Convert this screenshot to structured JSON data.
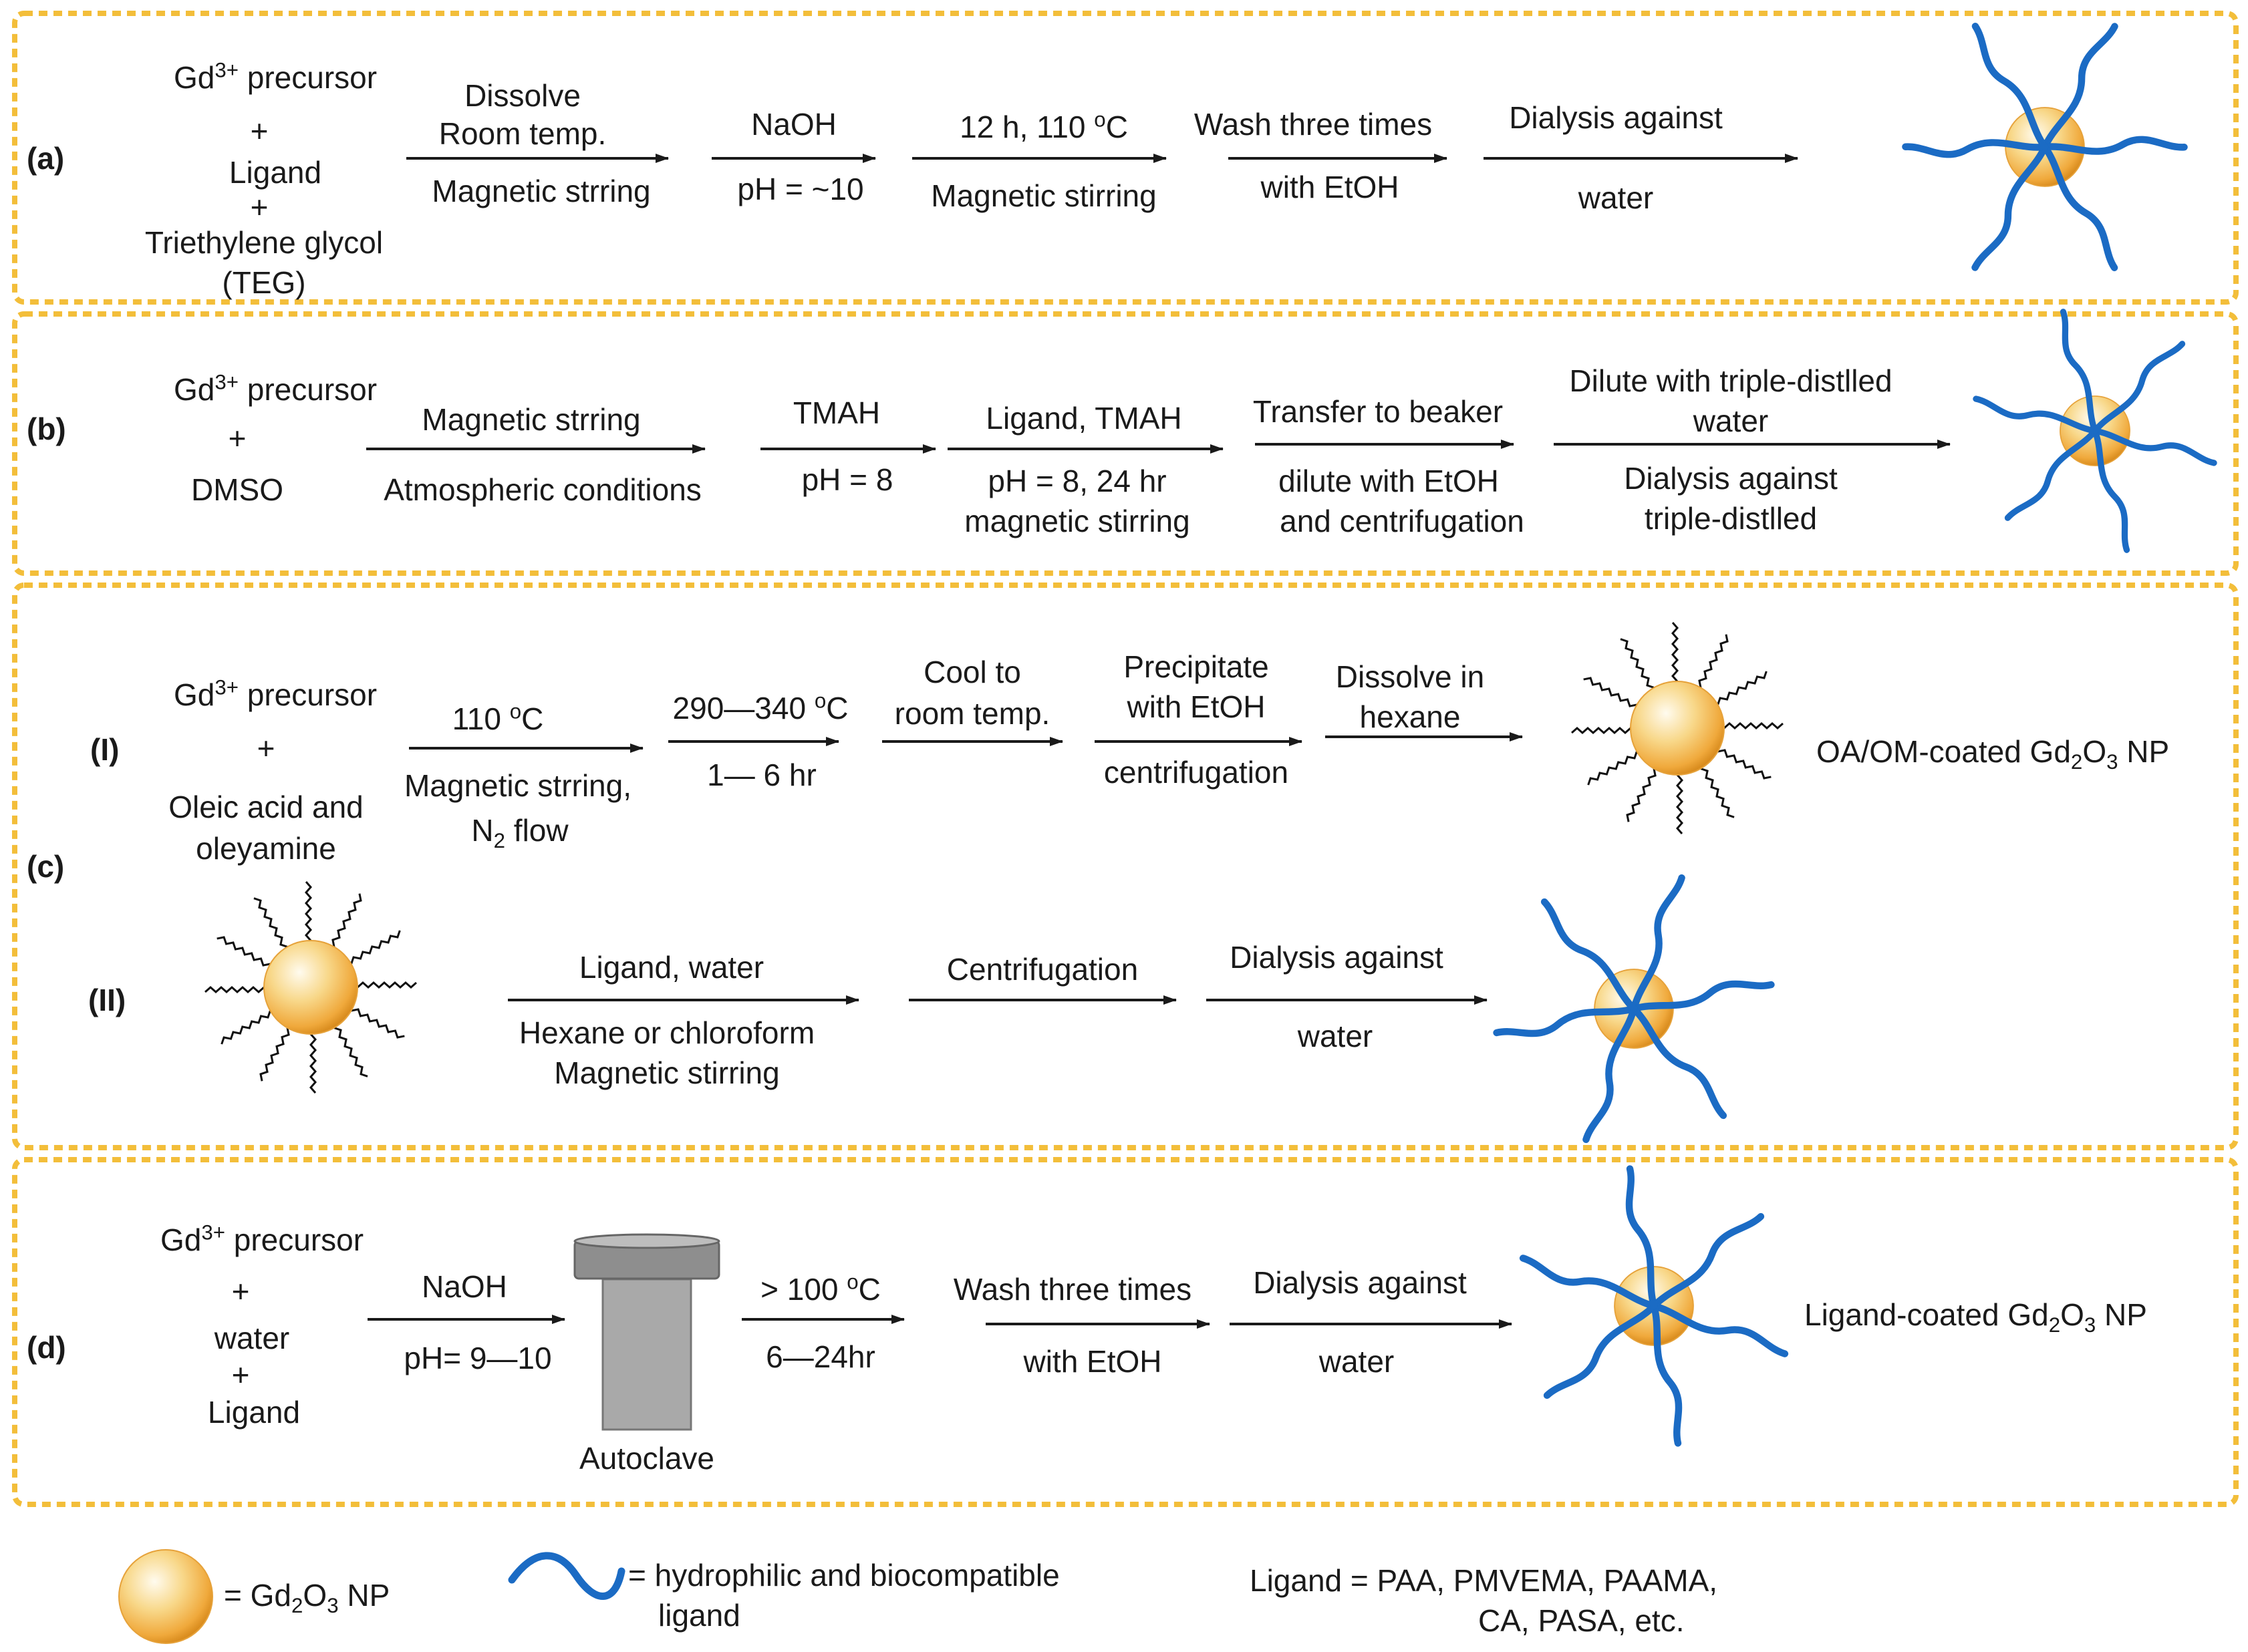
{
  "colors": {
    "panel_border": "#F3BE3A",
    "ligand": "#1B6BC4",
    "np_core": "#F0A93C",
    "np_highlight": "#FFFBEF",
    "autoclave": "#A9A9A9"
  },
  "icons": {
    "nanoparticle": "gd2o3-nanoparticle-icon",
    "ligand_coated": "ligand-coated-nanoparticle-icon",
    "oleic_coated": "oa-om-coated-nanoparticle-icon",
    "autoclave": "autoclave-icon",
    "ligand_wave": "ligand-wave-icon"
  },
  "panel_a": {
    "label": "(a)",
    "reactants": {
      "gd_main": "Gd",
      "gd_sup": "3+",
      "gd_rest": " precursor",
      "plus1": "+",
      "ligand": "Ligand",
      "plus2": "+",
      "solvent1": "Triethylene glycol",
      "solvent2": "(TEG)"
    },
    "steps": [
      {
        "top1": "Dissolve",
        "top2": "Room temp.",
        "bottom": "Magnetic strring"
      },
      {
        "top": "NaOH",
        "bottom": "pH = ~10"
      },
      {
        "top_a": "12 h, 110 ",
        "top_sup": "o",
        "top_b": "C",
        "bottom": "Magnetic stirring"
      },
      {
        "top": "Wash three times",
        "bottom": "with EtOH"
      },
      {
        "top": "Dialysis against",
        "bottom": "water"
      }
    ]
  },
  "panel_b": {
    "label": "(b)",
    "reactants": {
      "gd_main": "Gd",
      "gd_sup": "3+",
      "gd_rest": " precursor",
      "plus1": "+",
      "solvent": "DMSO"
    },
    "steps": [
      {
        "top": "Magnetic strring",
        "bottom": "Atmospheric conditions"
      },
      {
        "top": "TMAH",
        "bottom": "pH = 8"
      },
      {
        "top": "Ligand,  TMAH",
        "bottom1": "pH = 8, 24 hr",
        "bottom2": "magnetic stirring"
      },
      {
        "top": "Transfer to beaker",
        "bottom1": "dilute with EtOH",
        "bottom2": "and centrifugation"
      },
      {
        "top1": "Dilute with triple-distlled",
        "top2": "water",
        "bottom1": "Dialysis against",
        "bottom2": "triple-distlled"
      }
    ]
  },
  "panel_c": {
    "label": "(c)",
    "sub1": "(I)",
    "sub2": "(II)",
    "reactants": {
      "gd_main": "Gd",
      "gd_sup": "3+",
      "gd_rest": " precursor",
      "plus1": "+",
      "oleic1": "Oleic acid and",
      "oleic2": "oleyamine"
    },
    "steps_I": [
      {
        "top_a": "110 ",
        "top_sup": "o",
        "top_b": "C",
        "bottom1": "Magnetic strring,",
        "bottom2_a": "N",
        "bottom2_sub": "2",
        "bottom2_b": " flow"
      },
      {
        "top_a": "290—340 ",
        "top_sup": "o",
        "top_b": "C",
        "bottom": "1— 6 hr"
      },
      {
        "top1": "Cool to",
        "top2": "room temp."
      },
      {
        "top1": "Precipitate",
        "top2": "with EtOH",
        "bottom": "centrifugation"
      },
      {
        "top1": "Dissolve in",
        "top2": "hexane"
      }
    ],
    "product_I": {
      "a": "OA/OM-coated Gd",
      "sub1": "2",
      "b": "O",
      "sub2": "3",
      "c": " NP"
    },
    "steps_II": [
      {
        "top": "Ligand, water",
        "bottom1": "Hexane or chloroform",
        "bottom2": "Magnetic stirring"
      },
      {
        "top": "Centrifugation"
      },
      {
        "top": "Dialysis against",
        "bottom": "water"
      }
    ]
  },
  "panel_d": {
    "label": "(d)",
    "reactants": {
      "gd_main": "Gd",
      "gd_sup": "3+",
      "gd_rest": " precursor",
      "plus1": "+",
      "water": "water",
      "plus2": "+",
      "ligand": "Ligand"
    },
    "steps": [
      {
        "top": "NaOH",
        "bottom": "pH= 9—10"
      },
      {
        "top_a": "> 100 ",
        "top_sup": "o",
        "top_b": "C",
        "bottom": "6—24hr"
      },
      {
        "top": "Wash three times",
        "bottom": "with EtOH"
      },
      {
        "top": "Dialysis against",
        "bottom": "water"
      }
    ],
    "autoclave_label": "Autoclave",
    "product": {
      "a": "Ligand-coated Gd",
      "sub1": "2",
      "b": "O",
      "sub2": "3",
      "c": " NP"
    }
  },
  "legend": {
    "np": {
      "a": "= Gd",
      "sub1": "2",
      "b": "O",
      "sub2": "3",
      "c": " NP"
    },
    "ligand1": "= hydrophilic and biocompatible",
    "ligand2": "ligand",
    "list1": "Ligand = PAA, PMVEMA, PAAMA,",
    "list2": "CA, PASA, etc."
  }
}
